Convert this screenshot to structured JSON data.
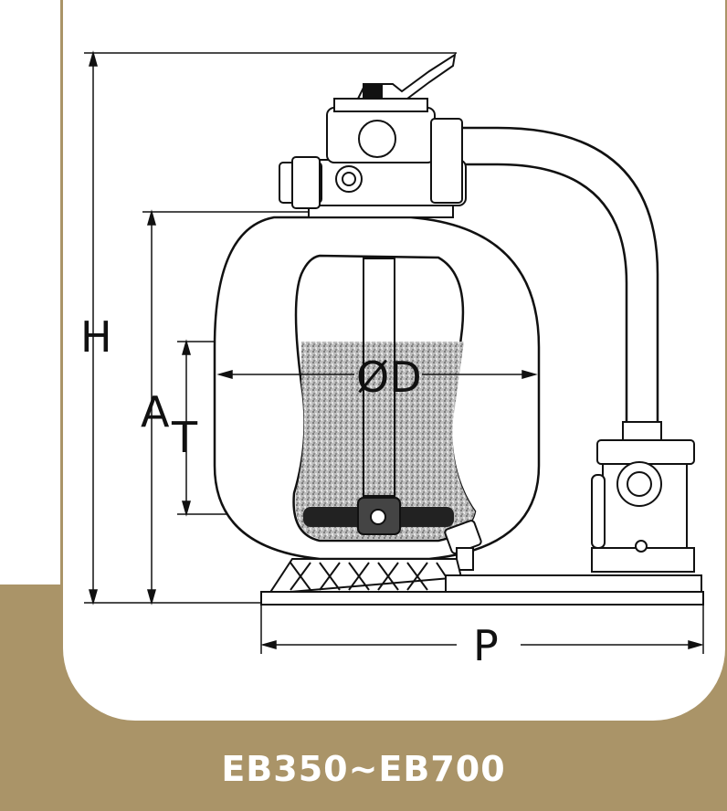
{
  "dimension_labels": {
    "height": "H",
    "tank_height": "A",
    "sand_level": "T",
    "diameter": "ØD",
    "length": "P"
  },
  "model_range": "EB350~EB700",
  "colors": {
    "frame": "#aa9468",
    "band": "#aa9468",
    "line": "#111111",
    "text_on_band": "#ffffff"
  }
}
